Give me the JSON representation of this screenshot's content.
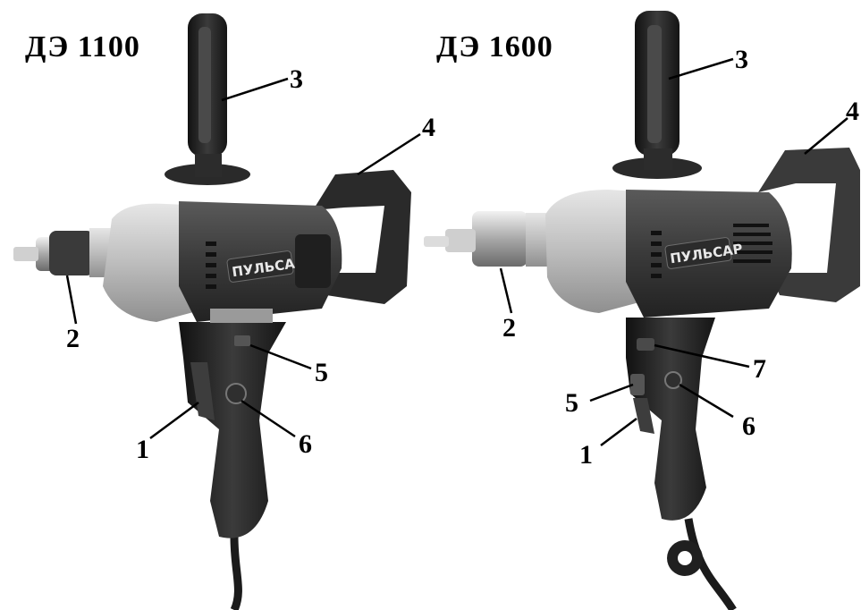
{
  "models": [
    {
      "title": "ДЭ 1100",
      "brand": "ПУЛЬСАР",
      "callouts": [
        "1",
        "2",
        "3",
        "4",
        "5",
        "6"
      ]
    },
    {
      "title": "ДЭ 1600",
      "brand": "ПУЛЬСАР",
      "callouts": [
        "1",
        "2",
        "3",
        "4",
        "5",
        "6",
        "7"
      ]
    }
  ],
  "colors": {
    "body_dark": "#3a3a3a",
    "housing_light": "#c8c8c8",
    "grip_black": "#1e1e1e",
    "background": "#ffffff"
  }
}
